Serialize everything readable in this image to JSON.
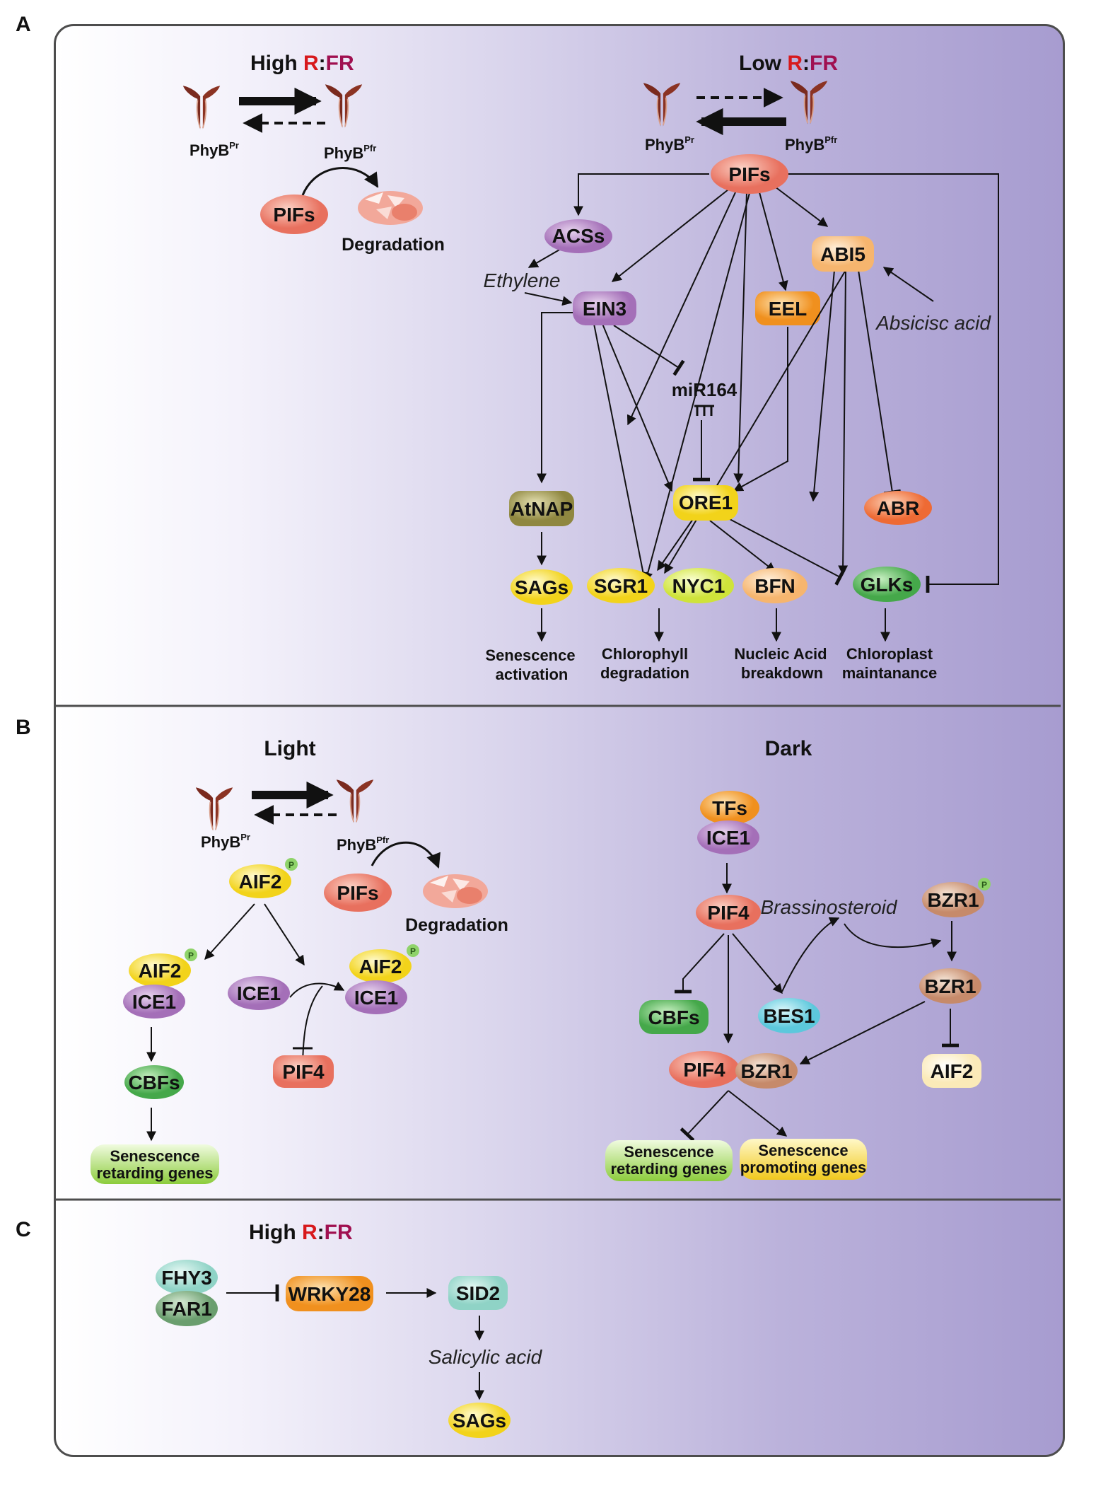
{
  "panels": {
    "a": {
      "letter": "A"
    },
    "b": {
      "letter": "B"
    },
    "c": {
      "letter": "C"
    }
  },
  "a": {
    "high": {
      "title_pre": "High ",
      "r": "R",
      "sep": ":",
      "fr": "FR"
    },
    "low": {
      "title_pre": "Low ",
      "r": "R",
      "sep": ":",
      "fr": "FR"
    },
    "phyb": "PhyB",
    "pr": "Pr",
    "pfr": "Pfr",
    "pifs": "PIFs",
    "degradation": "Degradation",
    "acss": "ACSs",
    "ethylene": "Ethylene",
    "ein3": "EIN3",
    "eel": "EEL",
    "abi5": "ABI5",
    "abscisic": "Absicisc acid",
    "mir164": "miR164",
    "atnap": "AtNAP",
    "ore1": "ORE1",
    "abr": "ABR",
    "sags": "SAGs",
    "sgr1": "SGR1",
    "nyc1": "NYC1",
    "bfn": "BFN",
    "glks": "GLKs",
    "out_senescence": [
      "Senescence",
      "activation"
    ],
    "out_chlorophyll": [
      "Chlorophyll",
      "degradation"
    ],
    "out_nucleic": [
      "Nucleic Acid",
      "breakdown"
    ],
    "out_chloroplast": [
      "Chloroplast",
      "maintanance"
    ]
  },
  "b": {
    "light": "Light",
    "dark": "Dark",
    "phyb": "PhyB",
    "pr": "Pr",
    "pfr": "Pfr",
    "aif2": "AIF2",
    "p": "P",
    "pifs": "PIFs",
    "degradation": "Degradation",
    "ice1": "ICE1",
    "cbfs": "CBFs",
    "pif4": "PIF4",
    "ret_genes": [
      "Senescence",
      "retarding genes"
    ],
    "tfs": "TFs",
    "brassinosteroid": "Brassinosteroid",
    "bzr1": "BZR1",
    "bes1": "BES1",
    "prom_genes": [
      "Senescence",
      "promoting genes"
    ]
  },
  "c": {
    "high": {
      "title_pre": "High ",
      "r": "R",
      "sep": ":",
      "fr": "FR"
    },
    "fhy3": "FHY3",
    "far1": "FAR1",
    "wrky28": "WRKY28",
    "sid2": "SID2",
    "salicylic": "Salicylic acid",
    "sags": "SAGs"
  },
  "colors": {
    "red": "#d7191c",
    "fr": "#a01050",
    "phyb": "#7a2a1e",
    "frame": "#4d4d4d"
  }
}
